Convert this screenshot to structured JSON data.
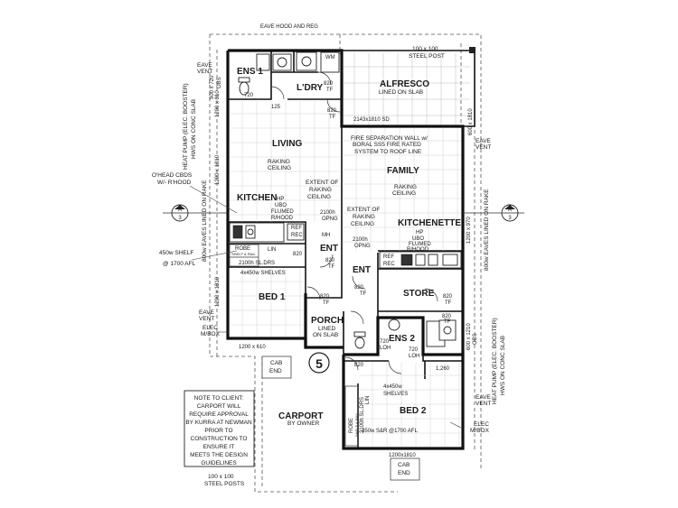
{
  "top_note": "EAVE HOOD AND REG",
  "rooms": {
    "ens1": "ENS 1",
    "wm": "WM",
    "ldry": "L'DRY",
    "alfresco": "ALFRESCO",
    "alfresco_sub": "LINED ON SLAB",
    "living": "LIVING",
    "family": "FAMILY",
    "kitchen": "KITCHEN",
    "kitchenette": "KITCHENETTE",
    "ent1": "ENT",
    "ent2": "ENT",
    "store": "STORE",
    "bed1": "BED 1",
    "bed2": "BED 2",
    "ens2": "ENS 2",
    "porch": "PORCH",
    "porch_sub1": "LINED",
    "porch_sub2": "ON SLAB",
    "carport": "CARPORT",
    "carport_sub": "BY OWNER",
    "lot": "5"
  },
  "labels": {
    "steel_post_1": "100 x 100",
    "steel_post_2": "STEEL POST",
    "steel_posts_1": "100 x 100",
    "steel_posts_2": "STEEL POSTS",
    "eave_vent_l1": "EAVE",
    "eave_vent_l2": "VENT",
    "eave_vent_r1": "EAVE",
    "eave_vent_r2": "VENT",
    "eave_vent_bl1": "EAVE",
    "eave_vent_bl2": "VENT",
    "elec_l1": "ELEC",
    "elec_l2": "M/BOX",
    "eave_vent_br1": "EAVE",
    "eave_vent_br2": "VENT",
    "elec_r1": "ELEC",
    "elec_r2": "M/BOX",
    "dim_820_ldry": "820",
    "tf_ldry": "TF",
    "dim_720_ens1": "720",
    "dim_125": "125",
    "dim_820_living": "820",
    "tf_living": "TF",
    "window_top": "2143x1810 SD",
    "fire_wall_1": "FIRE SEPARATION WALL w/",
    "fire_wall_2": "BORAL SS5 FIRE RATED",
    "fire_wall_3": "SYSTEM TO ROOF LINE",
    "raking_living_1": "RAKING",
    "raking_living_2": "CEILING",
    "raking_family_1": "RAKING",
    "raking_family_2": "CEILING",
    "ext_raking_1a": "EXTENT OF",
    "ext_raking_1b": "RAKING",
    "ext_raking_1c": "CEILING",
    "ext_raking_2a": "EXTENT OF",
    "ext_raking_2b": "RAKING",
    "ext_raking_2c": "CEILING",
    "ohead_1": "O'HEAD CBDS",
    "ohead_2": "W/- R'HOOD",
    "hp_1a": "HP",
    "hp_1b": "UBO",
    "hp_1c": "FLUMED",
    "hp_1d": "R/HOOD",
    "hp_2a": "HP",
    "hp_2b": "UBO",
    "hp_2c": "FLUMED",
    "hp_2d": "R/HOOD",
    "opng_1a": "2100h",
    "opng_1b": "OPNG",
    "opng_2a": "2100h",
    "opng_2b": "OPNG",
    "ref_1": "REF",
    "rec_1": "REC",
    "ref_2": "REF",
    "rec_2": "REC",
    "mh": "MH",
    "robe_1": "ROBE",
    "robe_1_sub": "SHELF & RAIL",
    "lin_1": "LIN",
    "lin_2": "LIN",
    "robe_2": "ROBE",
    "robe_2_sub": "SHELF & RAIL",
    "shelf_note_1": "450w SHELF",
    "shelf_note_2": "@ 1700 AFL",
    "sl_drs_1": "2100h SL.DRS",
    "shelves_1": "4x450w SHELVES",
    "sl_drs_2": "2100h SL.DRS",
    "shelves_2a": "4x450w",
    "shelves_2b": "SHELVES",
    "sr_note": "450w S&R @1700 AFL",
    "dim_820_ent": "820",
    "dim_820_ent_tf1": "820",
    "tf_ent1": "TF",
    "dim_820_bed1": "820",
    "tf_bed1": "TF",
    "dim_820_store": "820",
    "tf_store": "TF",
    "dim_820_ent2": "820",
    "tf_ent2": "TF",
    "dim_820_ens2": "820",
    "tf_ens2": "TF",
    "dim_720_loh_1": "720",
    "loh_1": "LOH",
    "dim_720_loh_2": "720",
    "loh_2": "LOH",
    "dim_820_bed2": "820",
    "dim_1260": "1,260",
    "win_1200_610": "1200 x 610",
    "win_1200_1810_b1": "1200 x 1810",
    "win_1200_1810_b2": "1200x1810",
    "win_1200_1810_kit": "1200 x 1810",
    "win_600_1810": "600 x 1810",
    "win_1200_970": "1200 x 970",
    "win_600_1210": "600 x 1210",
    "win_600_1210_obs": "OBS",
    "win_1200_810": "1200 x 810",
    "win_900_720": "900 x 720",
    "win_900_720_obs": "OBS",
    "eaves_left": "800w EAVES LINED ON RAKE",
    "eaves_right": "800w EAVES LINED ON RAKE",
    "heatpump_left_1": "HEAT PUMP (ELEC. BOOSTER)",
    "heatpump_left_2": "HWS ON CONC SLAB",
    "heatpump_right_1": "HEAT PUMP (ELEC. BOOSTER)",
    "heatpump_right_2": "HWS ON CONC SLAB",
    "cab_end_1a": "CAB",
    "cab_end_1b": "END",
    "cab_end_2a": "CAB",
    "cab_end_2b": "END",
    "section_a_top": "A",
    "section_a_num": "3"
  },
  "note_box": {
    "lines": [
      "NOTE TO CLIENT:",
      "CARPORT WILL",
      "REQUIRE APPROVAL",
      "BY KURRA AT NEWMAN",
      "PRIOR TO",
      "CONSTRUCTION TO",
      "ENSURE IT",
      "MEETS THE DESIGN",
      "GUIDELINES"
    ]
  }
}
